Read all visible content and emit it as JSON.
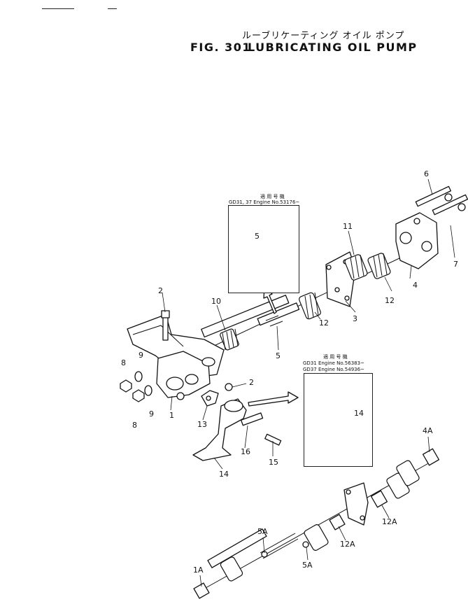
{
  "header": {
    "title_jp": "ルーブリケーティング オイル ポンプ",
    "fig_no": "FIG. 301",
    "title_en": "LUBRICATING  OIL  PUMP"
  },
  "inset_top": {
    "heading": "適 用 号 機",
    "line1": "GD31, 37 Engine No.53176~"
  },
  "inset_mid": {
    "heading": "適 用 号 機",
    "line1": "GD31 Engine No.56383~",
    "line2": "GD37 Engine No.54936~"
  },
  "labels": {
    "p1": "1",
    "p2a": "2",
    "p2b": "2",
    "p3": "3",
    "p4": "4",
    "p5a": "5",
    "p5b": "5",
    "p6": "6",
    "p7": "7",
    "p8a": "8",
    "p8b": "8",
    "p9a": "9",
    "p9b": "9",
    "p10": "10",
    "p11": "11",
    "p12a": "12",
    "p12b": "12",
    "p13": "13",
    "p14a": "14",
    "p14b": "14",
    "p15": "15",
    "p16": "16",
    "p1A": "1A",
    "p4A": "4A",
    "p5Aa": "5A",
    "p5Ab": "5A",
    "p12Aa": "12A",
    "p12Ab": "12A"
  }
}
